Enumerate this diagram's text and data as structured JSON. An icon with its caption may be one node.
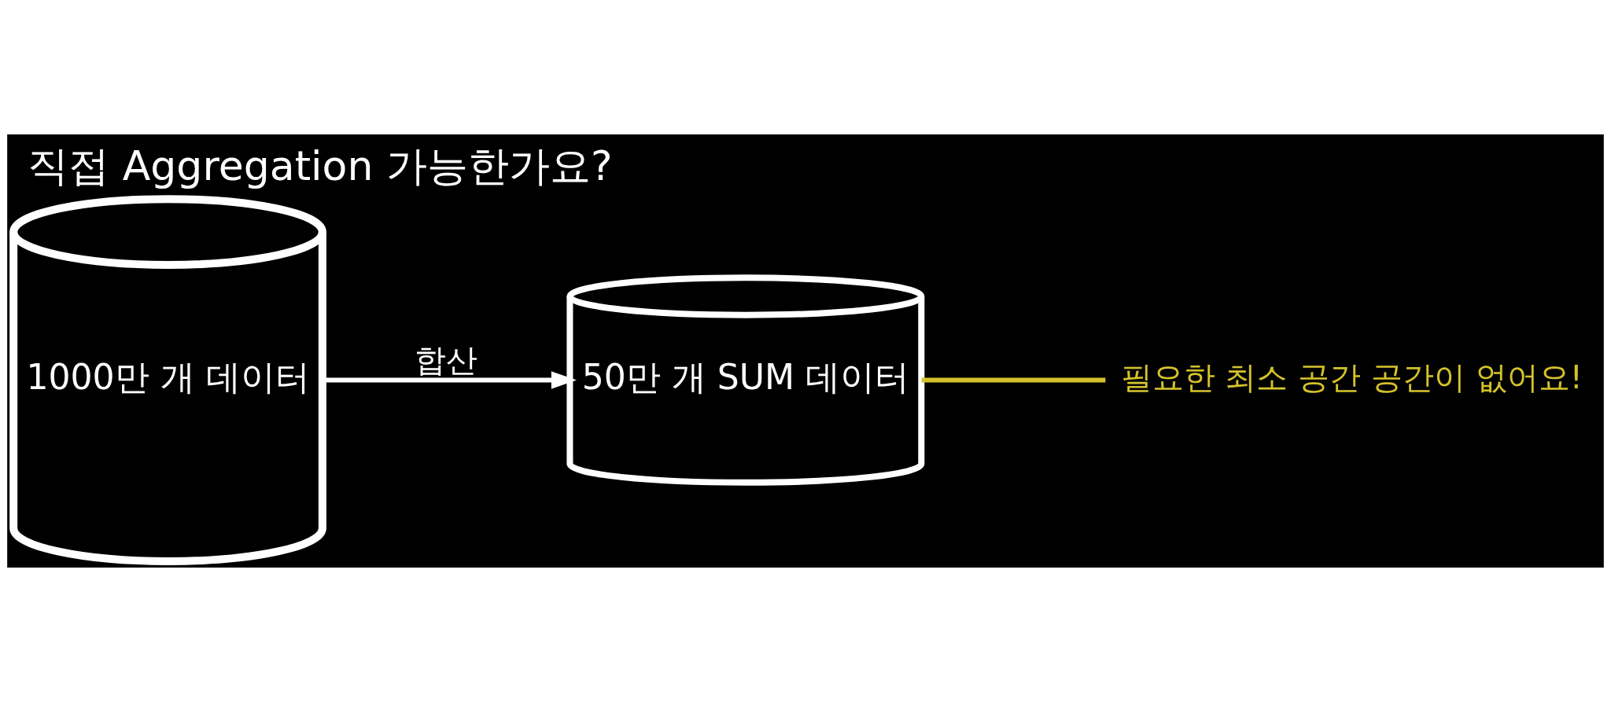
{
  "diagram": {
    "title": "직접 Aggregation 가능한가요?",
    "nodes": [
      {
        "text": [
          "1000만 개 데이터"
        ]
      },
      {
        "text": [
          "50만 개 SUM 데이터"
        ]
      },
      {
        "text": [
          "필요한 최소 공간 공간이 없어요!"
        ]
      }
    ],
    "edges": [
      {
        "from": 0,
        "to": 1,
        "arrow": "to",
        "label": "합산"
      },
      {
        "from": 1,
        "to": 2,
        "arrow": "none",
        "color": "#d4c22c"
      }
    ]
  }
}
